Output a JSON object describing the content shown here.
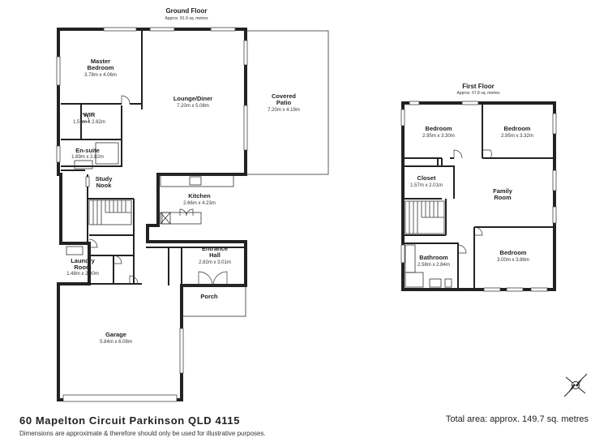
{
  "ground_floor": {
    "title": "Ground Floor",
    "area": "Approx. 81.9 sq. metres",
    "rooms": [
      {
        "name": "Master",
        "name2": "Bedroom",
        "dims": "3.78m x 4.06m"
      },
      {
        "name": "Lounge/Diner",
        "dims": "7.20m x 5.08m"
      },
      {
        "name": "Covered",
        "name2": "Patio",
        "dims": "7.20m x 4.19m"
      },
      {
        "name": "WIR",
        "dims": "1.53m x 2.82m"
      },
      {
        "name": "En-suite",
        "dims": "1.69m x 2.82m"
      },
      {
        "name": "Study",
        "name2": "Nook"
      },
      {
        "name": "Kitchen",
        "dims": "2.66m x 4.23m"
      },
      {
        "name": "Entrance",
        "name2": "Hall",
        "dims": "2.82m x 3.01m"
      },
      {
        "name": "Laundry",
        "name2": "Room",
        "dims": "1.48m x 2.30m"
      },
      {
        "name": "Porch"
      },
      {
        "name": "Garage",
        "dims": "5.84m x 6.09m"
      }
    ]
  },
  "first_floor": {
    "title": "First Floor",
    "area": "Approx. 67.8 sq. metres",
    "rooms": [
      {
        "name": "Bedroom",
        "dims": "2.95m x 3.30m"
      },
      {
        "name": "Bedroom",
        "dims": "2.95m x 3.32m"
      },
      {
        "name": "Closet",
        "dims": "1.57m x 2.01m"
      },
      {
        "name": "Family",
        "name2": "Room"
      },
      {
        "name": "Bathroom",
        "dims": "2.58m x 2.84m"
      },
      {
        "name": "Bedroom",
        "dims": "3.00m x 3.86m"
      }
    ]
  },
  "footer": {
    "address": "60 Mapelton Circuit Parkinson QLD 4115",
    "disclaimer": "Dimensions are approximate & therefore should only be used for illustrative purposes.",
    "total_area": "Total area: approx. 149.7 sq. metres"
  },
  "compass": {
    "icon": "compass-icon"
  }
}
